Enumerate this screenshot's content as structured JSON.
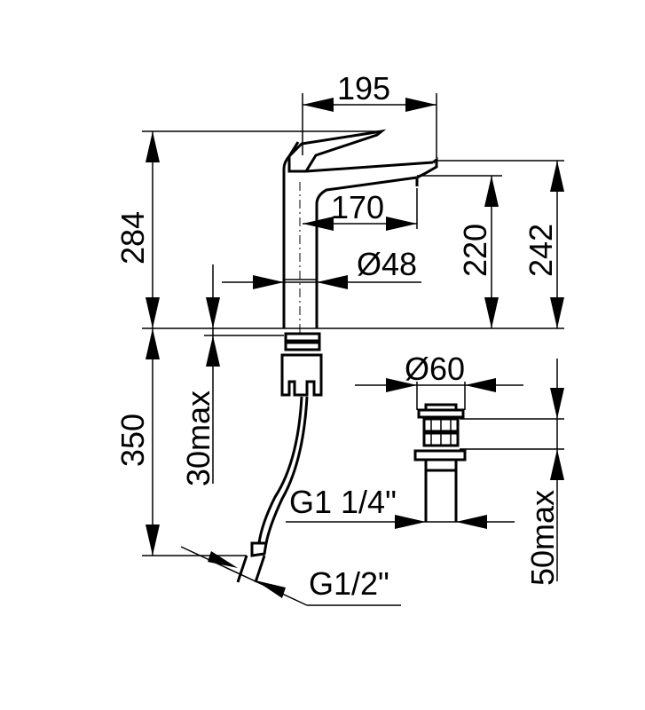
{
  "colors": {
    "line": "#000000",
    "background": "#ffffff"
  },
  "dimensions": {
    "spout_reach": "195",
    "spout_reach_inner": "170",
    "body_diameter": "Ø48",
    "spout_height": "220",
    "spout_top_height": "242",
    "total_height": "284",
    "hose_length": "350",
    "deck_thickness": "30max",
    "waste_diameter": "Ø60",
    "waste_thread": "G1 1/4\"",
    "hose_thread": "G1/2\"",
    "waste_deck_thickness": "50max"
  }
}
